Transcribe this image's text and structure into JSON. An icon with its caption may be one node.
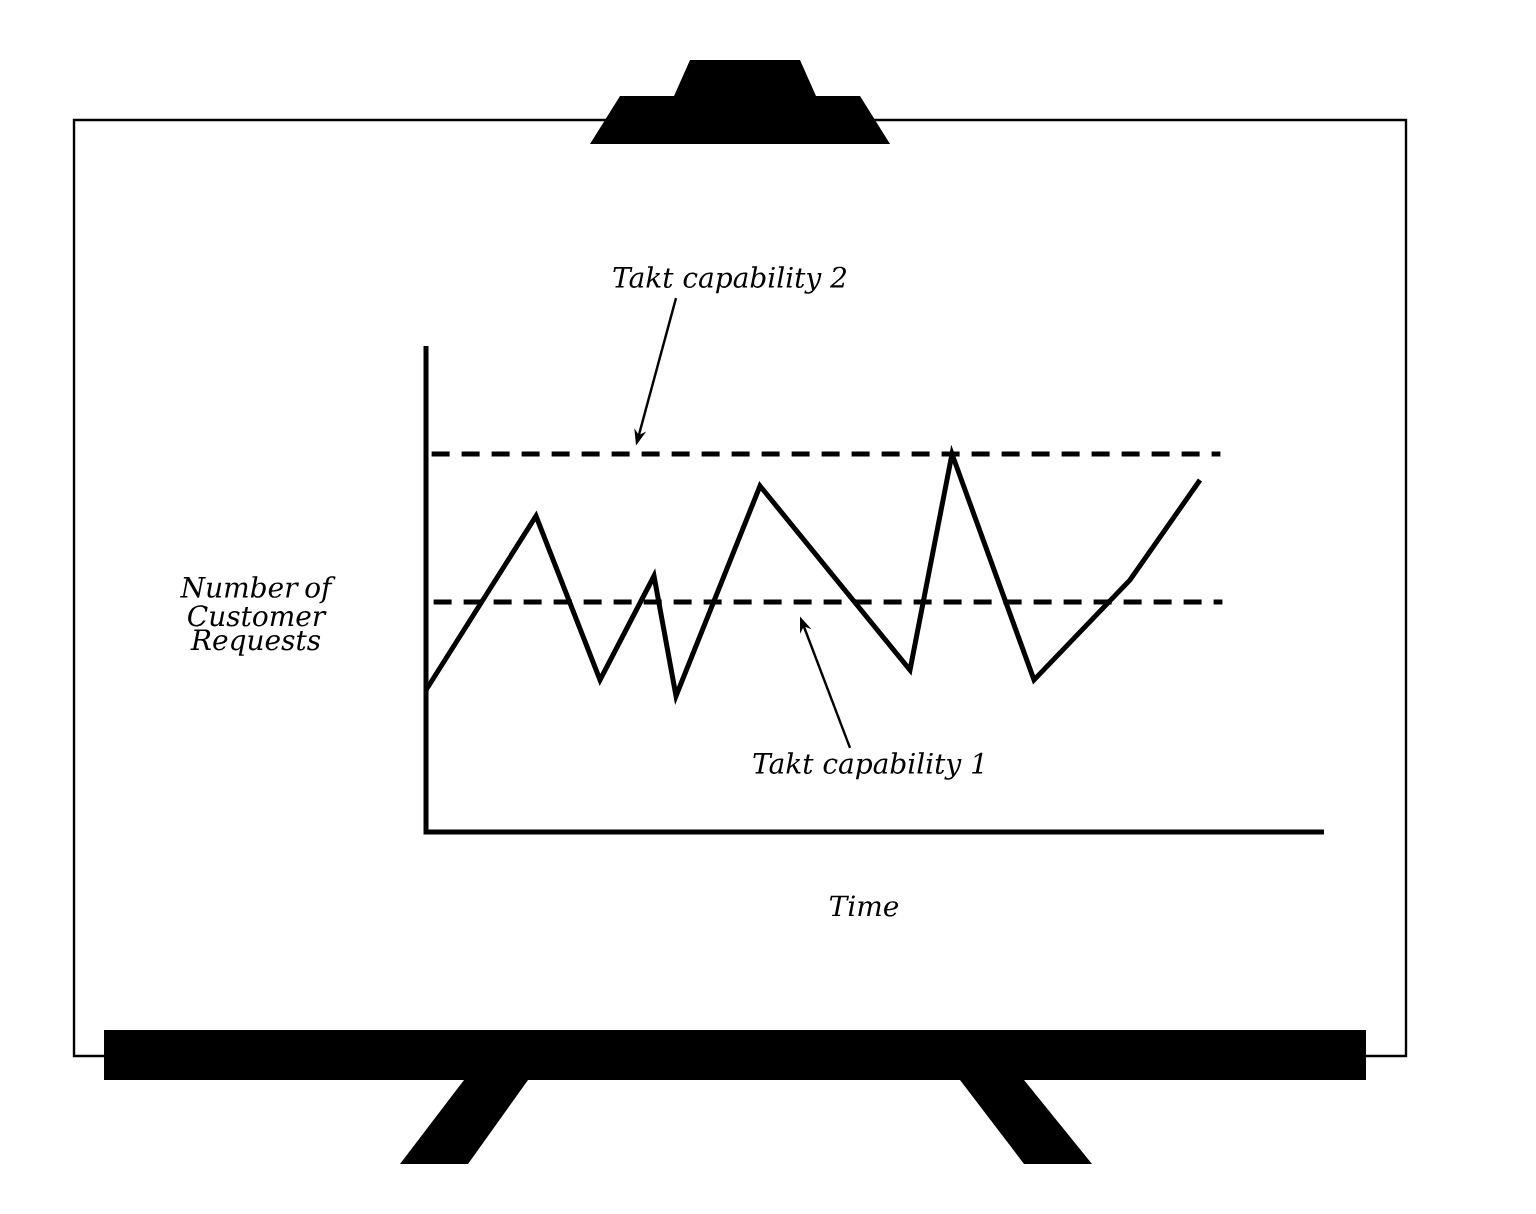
{
  "diagram": {
    "nodes": [
      {
        "text": [
          "Takt capability 2"
        ]
      },
      {
        "text": [],
        "shape": "line"
      },
      {
        "text": [
          "Takt capability 1"
        ]
      },
      {
        "text": [],
        "shape": "line"
      }
    ],
    "edges": [
      {
        "from": 0,
        "to": 1,
        "arrow": "to"
      },
      {
        "from": 2,
        "to": 3,
        "arrow": "to"
      }
    ],
    "labels": [
      "Number of Customer Requests",
      "Time"
    ]
  }
}
